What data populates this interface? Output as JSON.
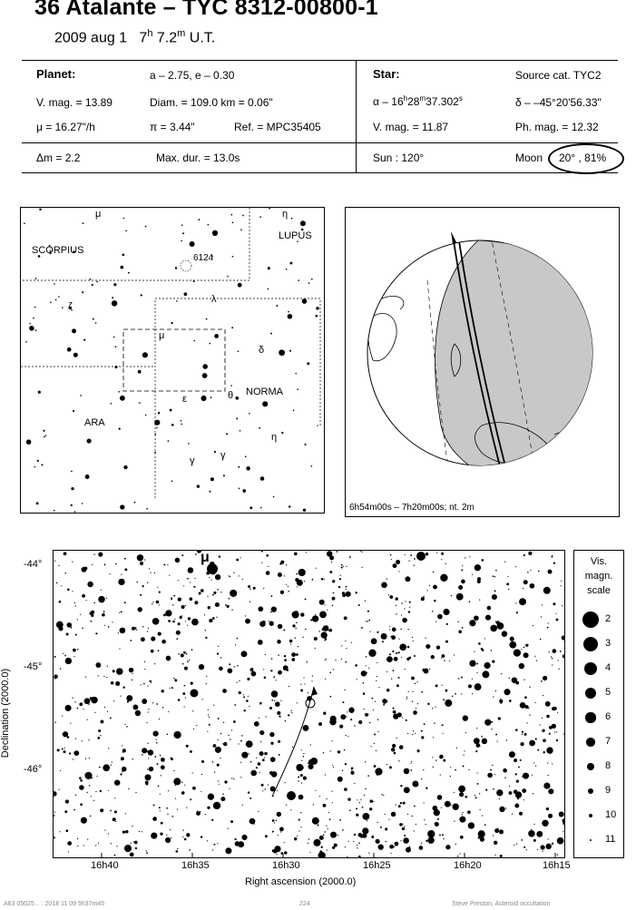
{
  "header": {
    "title": "36 Atalante  –  TYC 8312-00800-1",
    "date": "2009 aug  1",
    "time_h": "7",
    "time_hsup": "h",
    "time_m": " 7.2",
    "time_msup": "m",
    "time_ut": " U.T."
  },
  "planet": {
    "heading": "Planet:",
    "orbit": "a – 2.75, e – 0.30",
    "vmag": "V. mag. = 13.89",
    "diam": "Diam. = 109.0 km = 0.06\"",
    "mu": "μ = 16.27\"/h",
    "pi": "π =  3.44\"",
    "ref": "Ref. = MPC35405"
  },
  "star": {
    "heading": "Star:",
    "source": "Source cat.  TYC2",
    "ra_pre": "α – 16",
    "ra_h": "h",
    "ra_mid": "28",
    "ra_m": "m",
    "ra_end": "37.302",
    "ra_s": "s",
    "dec": "δ – –45°20'56.33\"",
    "vmag": "V. mag. = 11.87",
    "phmag": "Ph. mag. = 12.32"
  },
  "event": {
    "dm": "Δm = 2.2",
    "maxdur": "Max. dur. = 13.0s",
    "sun": "Sun : 120°",
    "moon_label": "Moon",
    "moon_value": "20° , 81%"
  },
  "chart": {
    "constellations": [
      "SCORPIUS",
      "LUPUS",
      "ARA",
      "NORMA"
    ],
    "ngc": "6124",
    "greek": [
      "μ",
      "η",
      "ζ",
      "λ",
      "μ",
      "δ",
      "ε",
      "θ",
      "η",
      "γ",
      "γ"
    ]
  },
  "globe": {
    "caption": "6h54m00s – 7h20m00s;  nt.  2m"
  },
  "starfield": {
    "ylabel": "Declination (2000.0)",
    "xlabel": "Right ascension (2000.0)",
    "dec_ticks": [
      "-44°",
      "-45°",
      "-46°"
    ],
    "ra_ticks": [
      "16h40",
      "16h35",
      "16h30",
      "16h25",
      "16h20",
      "16h15"
    ],
    "bright_star": "μ"
  },
  "scale": {
    "title1": "Vis.",
    "title2": "magn.",
    "title3": "scale",
    "mags": [
      "2",
      "3",
      "4",
      "5",
      "6",
      "7",
      "8",
      "9",
      "10",
      "11"
    ]
  },
  "footer": {
    "left": "A63 05025...  : 2018 11 09  5h37m45",
    "mid": "224",
    "right": "Steve Preston, Asteroid occultation"
  }
}
